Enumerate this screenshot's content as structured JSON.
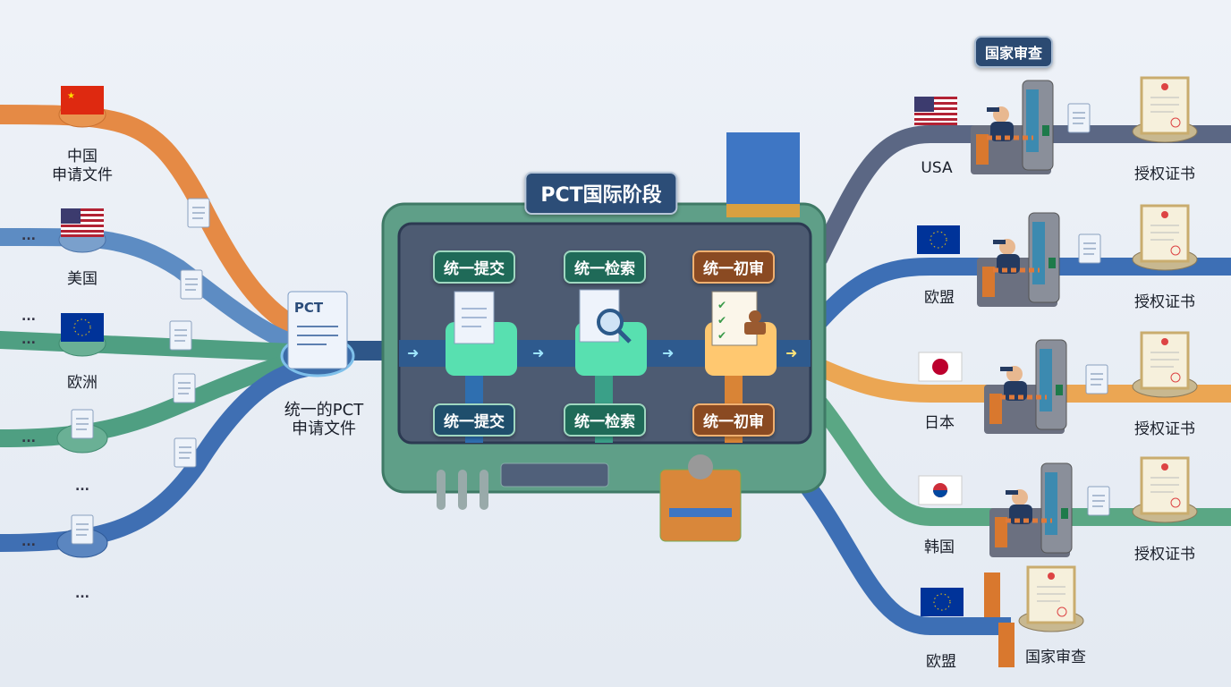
{
  "left": {
    "sources": [
      {
        "label_line1": "中国",
        "label_line2": "申请文件",
        "flag": "china-flag"
      },
      {
        "label": "美国",
        "flag": "usa-flag"
      },
      {
        "label": "欧洲",
        "flag": "eu-flag"
      }
    ],
    "ellipsis": "...",
    "hub": {
      "doc_text": "PCT",
      "label_line1": "统一的PCT",
      "label_line2": "申请文件"
    }
  },
  "center": {
    "title": "PCT国际阶段",
    "stages": [
      {
        "top_label": "统一提交",
        "bottom_label": "统一提交",
        "icon": "document-icon"
      },
      {
        "top_label": "统一检索",
        "bottom_label": "统一检索",
        "icon": "magnifier-icon"
      },
      {
        "top_label": "统一初审",
        "bottom_label": "统一初审",
        "icon": "clipboard-stamp-icon"
      }
    ]
  },
  "right": {
    "badge": "国家审查",
    "lanes": [
      {
        "label": "USA",
        "output": "授权证书",
        "color": "#5b6784"
      },
      {
        "label": "欧盟",
        "output": "授权证书",
        "color": "#3d6fb5"
      },
      {
        "label": "日本",
        "output": "授权证书",
        "color": "#eba653"
      },
      {
        "label": "韩国",
        "output": "授权证书",
        "color": "#5aa784"
      },
      {
        "label": "欧盟",
        "output": "国家审查",
        "color": "#3d6fb5"
      }
    ]
  }
}
